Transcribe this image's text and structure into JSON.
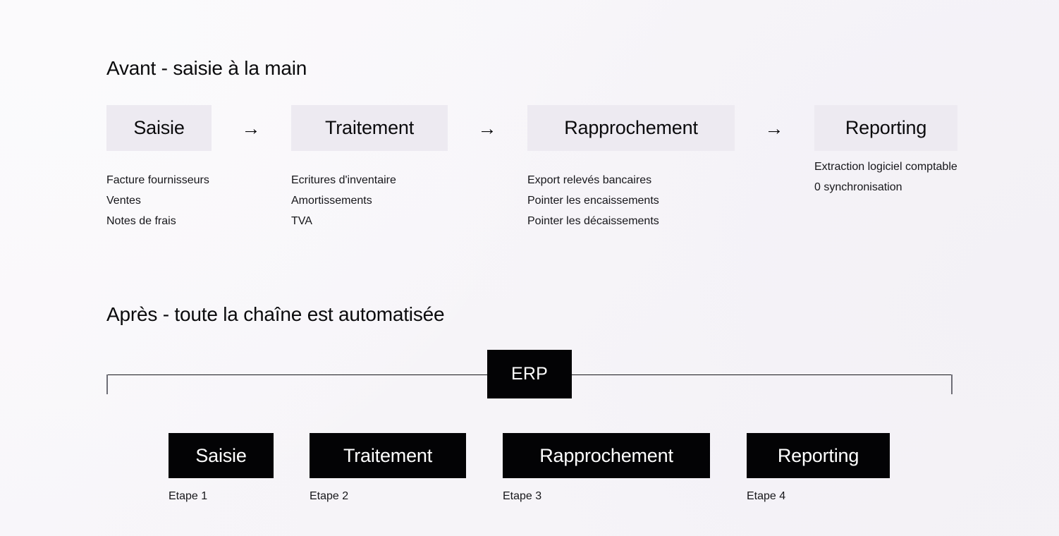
{
  "before": {
    "title": "Avant - saisie à la main",
    "arrow_icon": "arrow-right",
    "arrow_glyph": "→",
    "columns": [
      {
        "label": "Saisie",
        "items": [
          "Facture fournisseurs",
          "Ventes",
          "Notes de frais"
        ]
      },
      {
        "label": "Traitement",
        "items": [
          "Ecritures d'inventaire",
          "Amortissements",
          "TVA"
        ]
      },
      {
        "label": "Rapprochement",
        "items": [
          "Export relevés bancaires",
          "Pointer les encaissements",
          "Pointer les décaissements"
        ]
      },
      {
        "label": "Reporting",
        "items": [
          "Extraction logiciel comptable",
          "0 synchronisation"
        ]
      }
    ]
  },
  "after": {
    "title": "Après - toute la chaîne est automatisée",
    "system_badge": "ERP",
    "steps": [
      {
        "label": "Saisie",
        "caption": "Etape 1"
      },
      {
        "label": "Traitement",
        "caption": "Etape 2"
      },
      {
        "label": "Rapprochement",
        "caption": "Etape 3"
      },
      {
        "label": "Reporting",
        "caption": "Etape 4"
      }
    ]
  },
  "colors": {
    "background": "#f7f5f9",
    "chip_fill": "#edeaf1",
    "accent_dark": "#030305",
    "text": "#0b0b0d",
    "rule": "#16161a",
    "tick": "#6e6e77",
    "on_dark_text": "#ffffff"
  }
}
